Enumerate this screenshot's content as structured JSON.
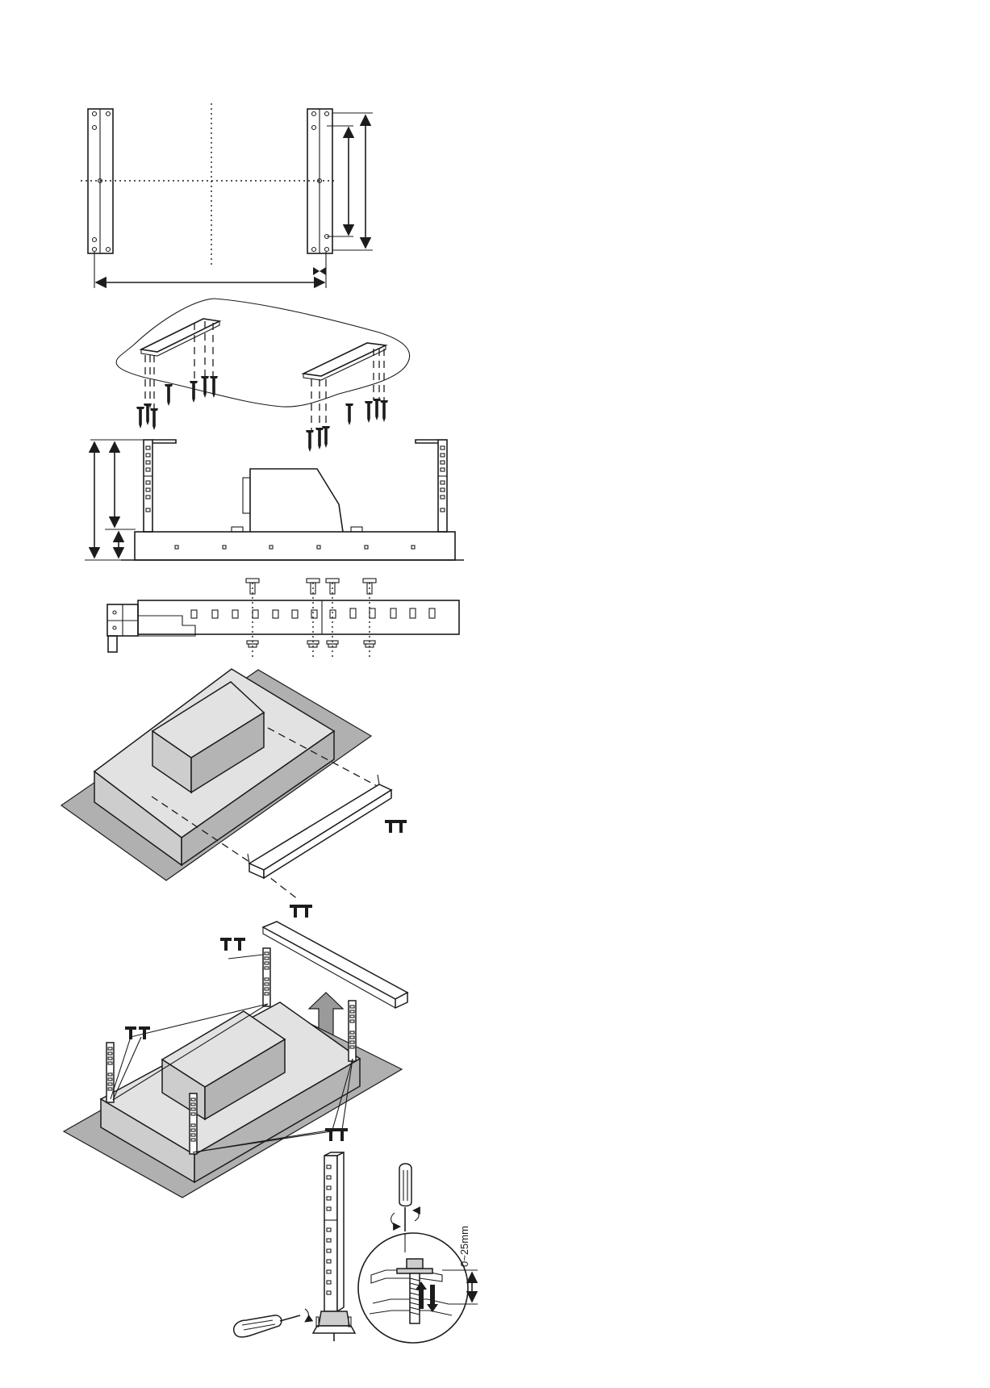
{
  "figure": {
    "panels": [
      {
        "id": "bracket-spacing",
        "step": 1
      },
      {
        "id": "bracket-screws",
        "step": 2
      },
      {
        "id": "height-side-view",
        "step": 3
      },
      {
        "id": "chimney-screw-positions",
        "step": 4
      },
      {
        "id": "hood-bracket-assembly",
        "step": 5
      },
      {
        "id": "column-mounting",
        "step": 6
      },
      {
        "id": "height-adjustment",
        "step": 7
      }
    ],
    "adjustment_range_label": "0~25mm"
  },
  "colors": {
    "line": "#1c1c1c",
    "floor": "#b0b0b0",
    "hood_top": "#e2e2e2",
    "hood_front": "#cdcdcd",
    "arrow_fill": "#9a9a9a"
  },
  "icons": [
    "screw-icon",
    "screwdriver-icon",
    "up-arrow-icon",
    "rotate-arrow-icon"
  ]
}
